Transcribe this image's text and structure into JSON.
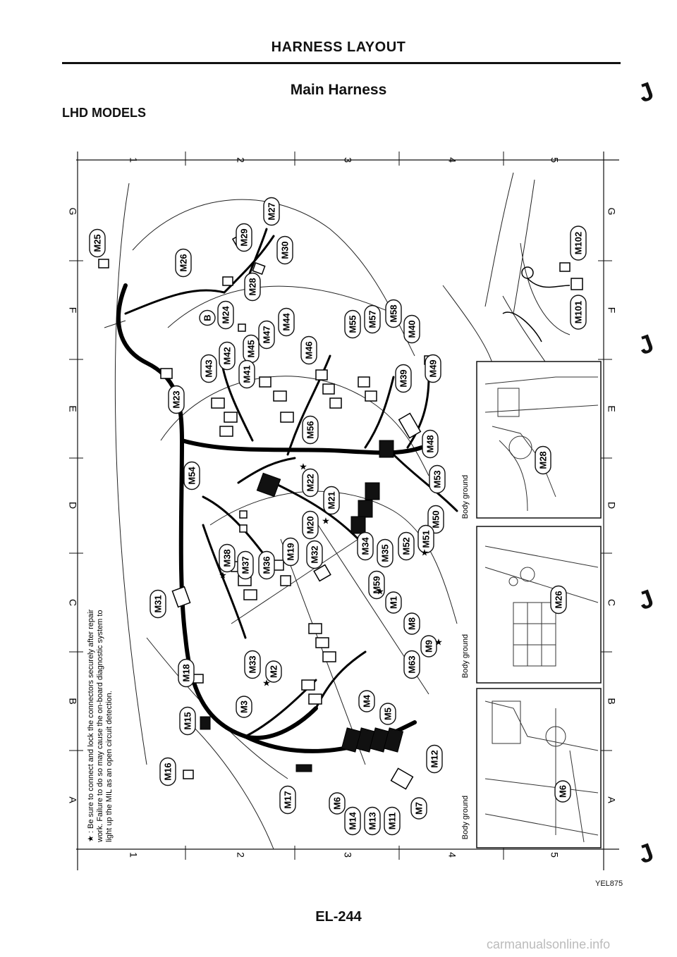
{
  "header": {
    "title": "HARNESS LAYOUT",
    "subtitle": "Main Harness",
    "models": "LHD MODELS"
  },
  "grid": {
    "cols": [
      "1",
      "2",
      "3",
      "4",
      "5"
    ],
    "rows": [
      "G",
      "F",
      "E",
      "D",
      "C",
      "B",
      "A"
    ]
  },
  "note": {
    "line1": "★ : Be sure to connect and lock the connectors securely after repair",
    "line2": "work. Failure to do so may cause the on-board diagnostic system to",
    "line3": "light up the MIL as an open circuit detection."
  },
  "body_ground_label": "Body ground",
  "star_symbol": "★",
  "connectors": [
    "M25",
    "M27",
    "M29",
    "M26",
    "M30",
    "M28",
    "M24",
    "B",
    "M47",
    "M44",
    "M55",
    "M57",
    "M58",
    "M40",
    "M46",
    "M45",
    "M42",
    "M43",
    "M41",
    "M23",
    "M39",
    "M49",
    "M56",
    "M48",
    "M54",
    "M22",
    "M21",
    "M20",
    "M53",
    "M50",
    "M38",
    "M37",
    "M36",
    "M19",
    "M32",
    "M34",
    "M35",
    "M52",
    "M51",
    "M59",
    "M1",
    "M8",
    "M9",
    "M31",
    "M18",
    "M33",
    "M2",
    "M63",
    "M3",
    "M4",
    "M5",
    "M15",
    "M16",
    "M17",
    "M6",
    "M14",
    "M13",
    "M11",
    "M7",
    "M12",
    "M102",
    "M101"
  ],
  "inset_labels": [
    "M28",
    "M26",
    "M6"
  ],
  "footer": {
    "page": "EL-244",
    "code": "YEL875"
  },
  "watermark": "carmanualsonline.info"
}
